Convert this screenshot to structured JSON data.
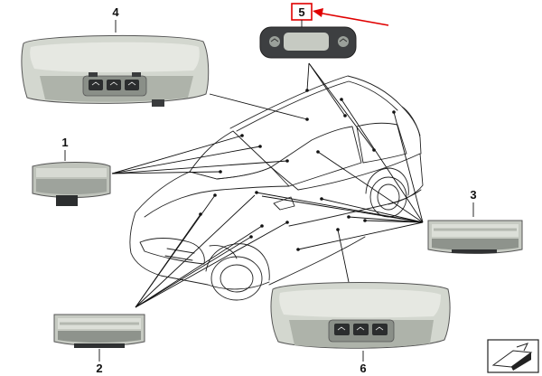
{
  "diagram": {
    "callouts": [
      {
        "id": "1",
        "label": "1"
      },
      {
        "id": "2",
        "label": "2"
      },
      {
        "id": "3",
        "label": "3"
      },
      {
        "id": "4",
        "label": "4"
      },
      {
        "id": "5",
        "label": "5"
      },
      {
        "id": "6",
        "label": "6"
      }
    ],
    "highlight_color": "#e00000",
    "part_color": "#c9cec6",
    "icon": "parts-catalog-corner-icon"
  }
}
